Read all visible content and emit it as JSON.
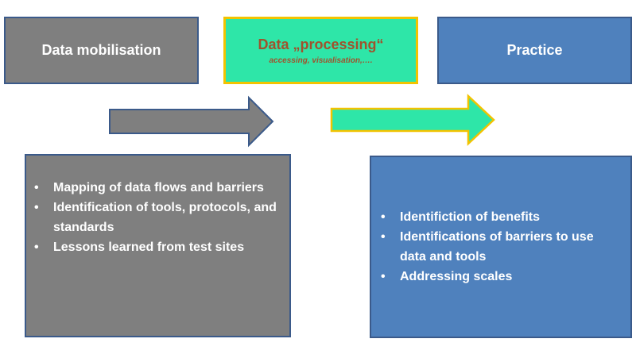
{
  "boxes": {
    "mobilisation": {
      "title": "Data mobilisation",
      "color": "#7f7f7f"
    },
    "processing": {
      "title": "Data „processing“",
      "subtitle": "accessing, visualisation,….",
      "color": "#2ee6a8",
      "border": "#f2c300",
      "text_color": "#a0522d"
    },
    "practice": {
      "title": "Practice",
      "color": "#4f81bd"
    }
  },
  "arrows": [
    {
      "from": "mobilisation",
      "to": "processing",
      "color": "#7f7f7f"
    },
    {
      "from": "processing",
      "to": "practice",
      "color": "#2ee6a8"
    }
  ],
  "panels": {
    "left": {
      "items": [
        "Mapping of data flows and barriers",
        "Identification of tools, protocols, and standards",
        "Lessons learned from test sites"
      ]
    },
    "right": {
      "items": [
        "Identifiction of benefits",
        "Identifications of barriers to use data and tools",
        "Addressing scales"
      ]
    }
  }
}
